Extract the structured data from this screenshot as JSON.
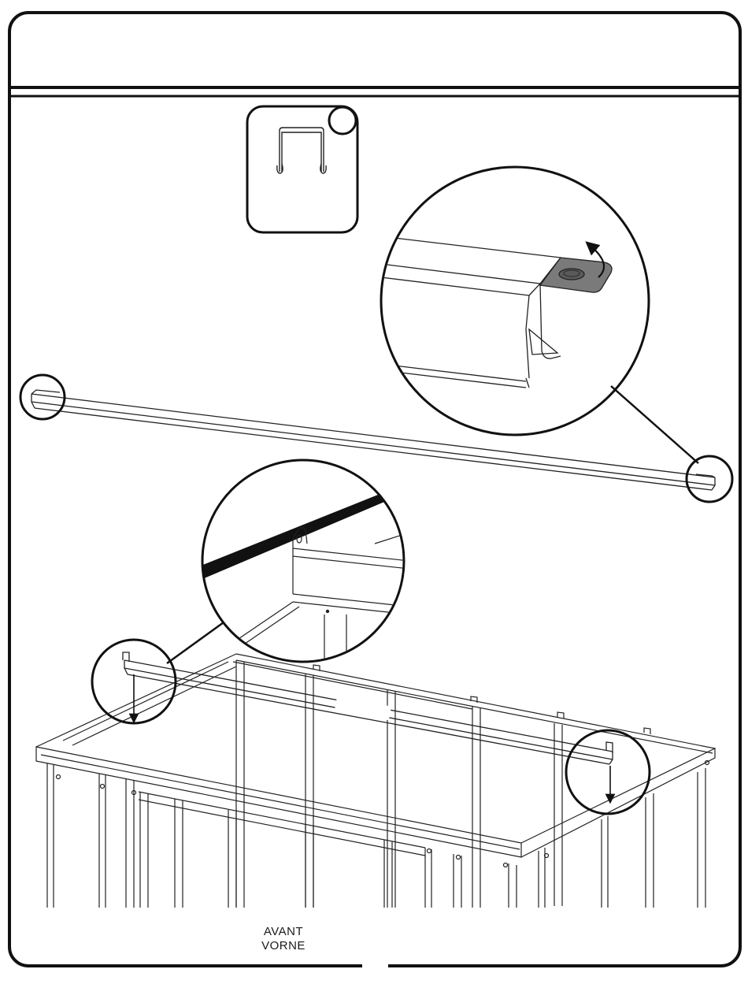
{
  "front_label": {
    "line1": "AVANT",
    "line2": "VORNE"
  },
  "part_callout": {
    "icon": "u-clip-icon"
  },
  "details": {
    "beam_end": "tab-bend-up-icon",
    "joint": "beam-joint-detail"
  }
}
